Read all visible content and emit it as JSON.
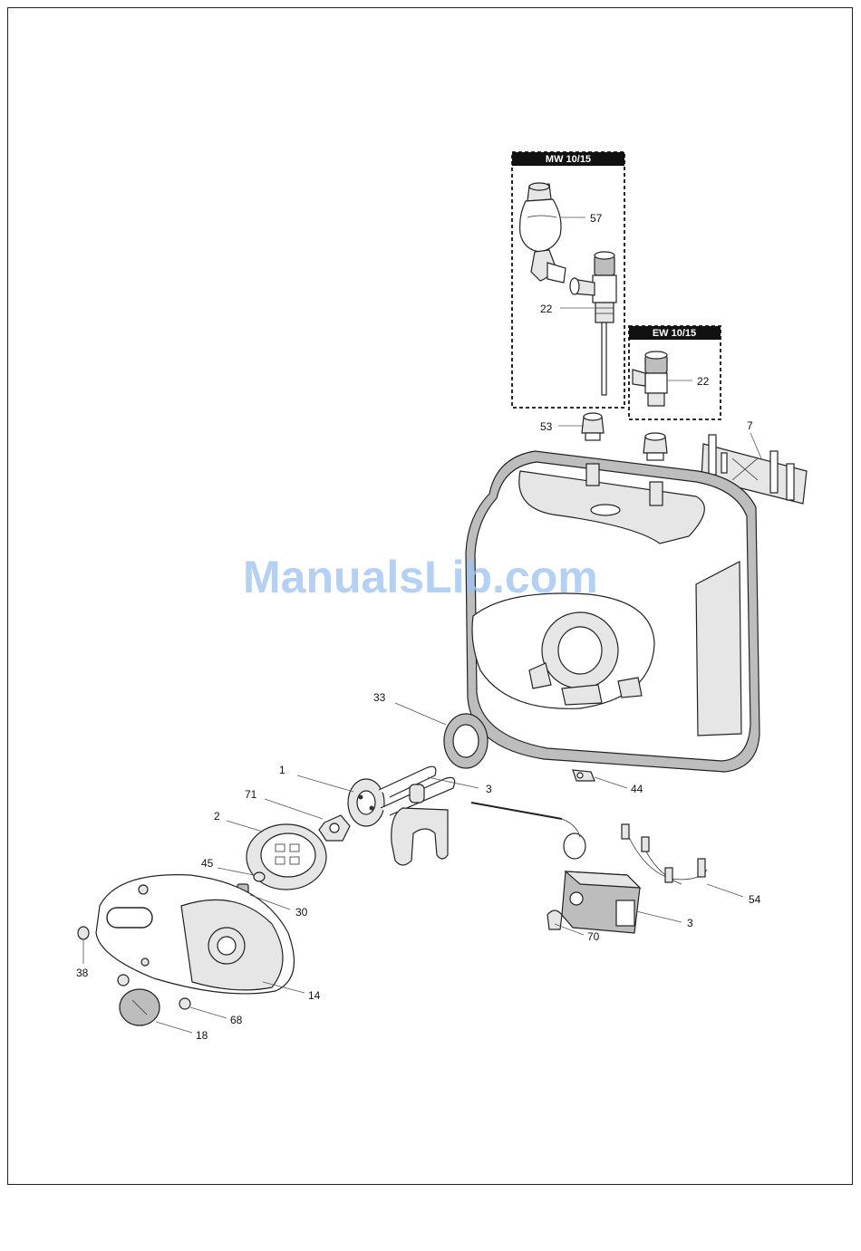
{
  "watermark": "ManualsLib.com",
  "boxes": {
    "mw": {
      "header": "MW 10/15"
    },
    "ew": {
      "header": "EW 10/15"
    }
  },
  "labels": {
    "p57": "57",
    "p22a": "22",
    "p22b": "22",
    "p53": "53",
    "p7": "7",
    "p33": "33",
    "p1": "1",
    "p3a": "3",
    "p44": "44",
    "p71": "71",
    "p2": "2",
    "p45": "45",
    "p30": "30",
    "p54": "54",
    "p3b": "3",
    "p70": "70",
    "p38": "38",
    "p14": "14",
    "p68": "68",
    "p18": "18"
  }
}
